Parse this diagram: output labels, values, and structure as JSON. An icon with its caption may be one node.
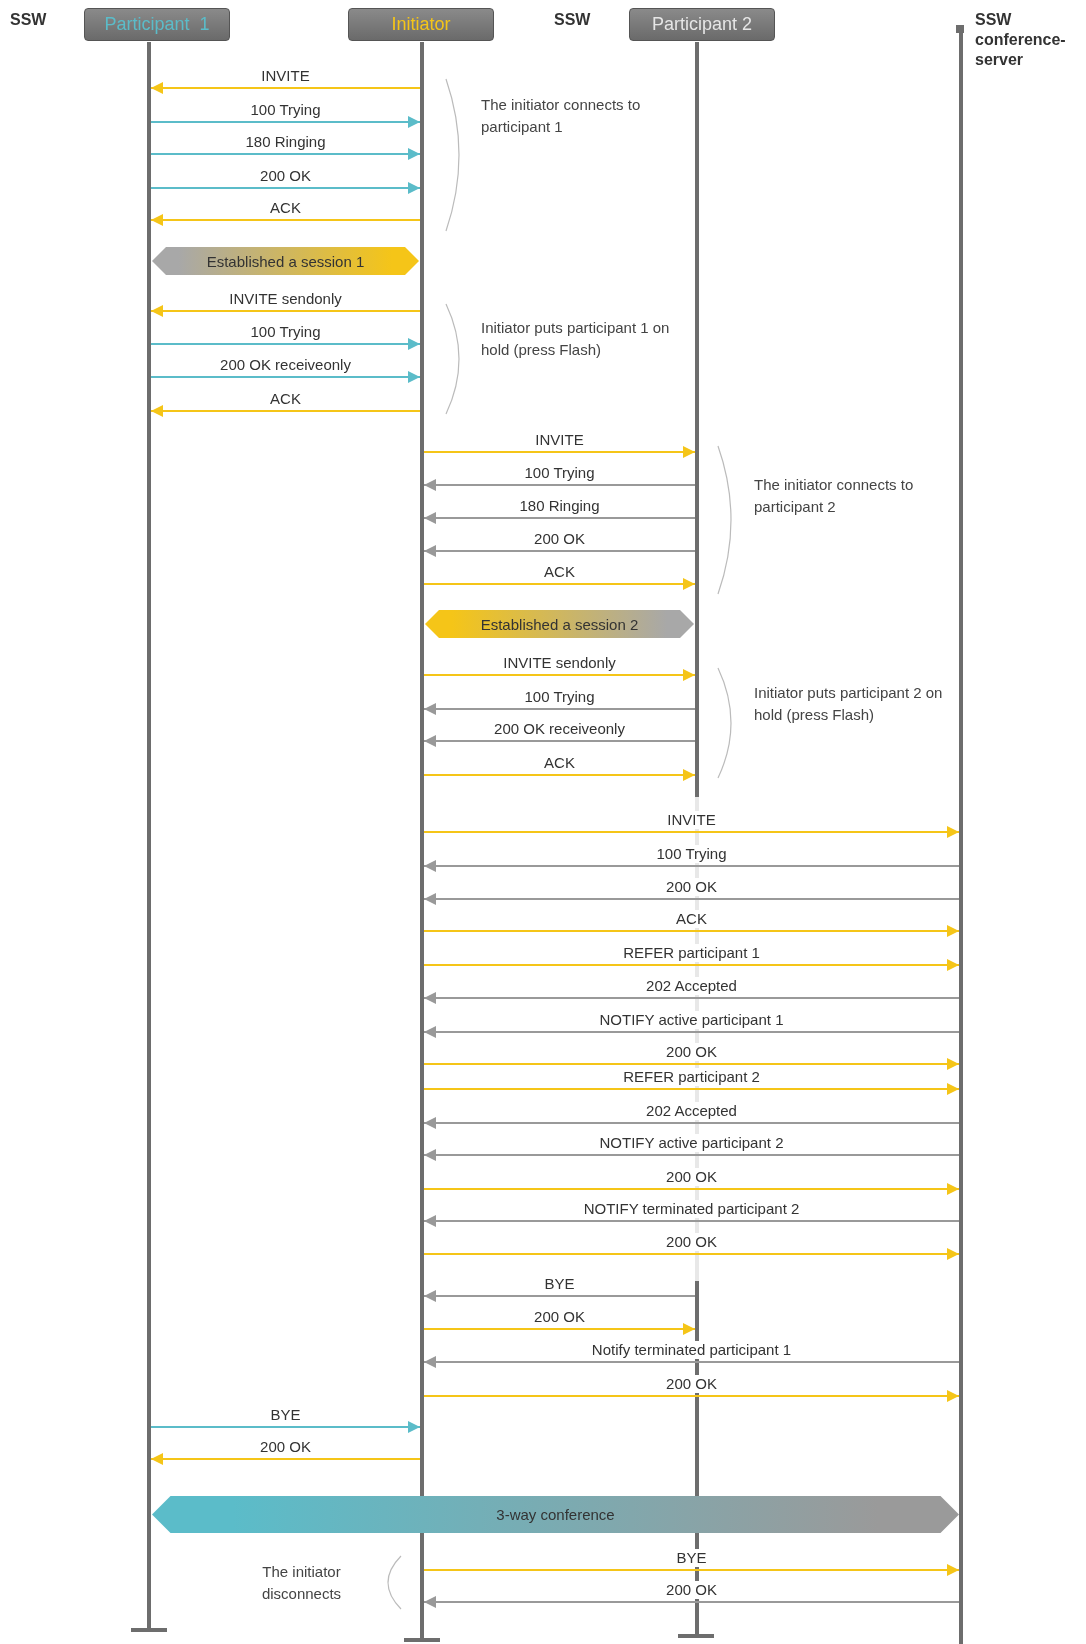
{
  "diagram": {
    "nodes": [
      {
        "text": [
          "Participant  1"
        ]
      },
      {
        "text": [
          "Initiator"
        ]
      },
      {
        "text": [
          "Participant 2"
        ]
      },
      {
        "text": [],
        "shape": "bar"
      },
      {
        "text": [],
        "shape": "bar"
      },
      {
        "text": [],
        "shape": "bar"
      },
      {
        "text": [],
        "shape": "bar"
      },
      {
        "text": [
          "Established a session 1"
        ]
      },
      {
        "text": [
          "Established a session 2"
        ]
      },
      {
        "text": [
          "3-way conference"
        ]
      }
    ],
    "edges": [
      {
        "from": 4,
        "to": 3,
        "arrow": "to",
        "label": "INVITE"
      },
      {
        "from": 3,
        "to": 4,
        "arrow": "to",
        "label": "100 Trying",
        "color": "#5bbcc9"
      },
      {
        "from": 3,
        "to": 4,
        "arrow": "to",
        "label": "180 Ringing",
        "color": "#5bbcc9"
      },
      {
        "from": 3,
        "to": 4,
        "arrow": "to",
        "label": "200 OK",
        "color": "#5bbcc9"
      },
      {
        "from": 4,
        "to": 3,
        "arrow": "to",
        "label": "ACK"
      },
      {
        "from": 4,
        "to": 3,
        "arrow": "to",
        "label": "INVITE sendonly"
      },
      {
        "from": 3,
        "to": 4,
        "arrow": "to",
        "label": "100 Trying",
        "color": "#5bbcc9"
      },
      {
        "from": 3,
        "to": 4,
        "arrow": "to",
        "label": "200 OK receiveonly",
        "color": "#5bbcc9"
      },
      {
        "from": 4,
        "to": 3,
        "arrow": "to",
        "label": "ACK"
      },
      {
        "from": 4,
        "to": 5,
        "arrow": "to",
        "label": "INVITE"
      },
      {
        "from": 5,
        "to": 4,
        "arrow": "to",
        "label": "100 Trying",
        "color": "#999999"
      },
      {
        "from": 5,
        "to": 4,
        "arrow": "to",
        "label": "180 Ringing",
        "color": "#999999"
      },
      {
        "from": 5,
        "to": 4,
        "arrow": "to",
        "label": "200 OK",
        "color": "#999999"
      },
      {
        "from": 4,
        "to": 5,
        "arrow": "to",
        "label": "ACK"
      },
      {
        "from": 4,
        "to": 5,
        "arrow": "to",
        "label": "INVITE sendonly"
      },
      {
        "from": 5,
        "to": 4,
        "arrow": "to",
        "label": "100 Trying",
        "color": "#999999"
      },
      {
        "from": 5,
        "to": 4,
        "arrow": "to",
        "label": "200 OK receiveonly",
        "color": "#999999"
      },
      {
        "from": 4,
        "to": 5,
        "arrow": "to",
        "label": "ACK"
      },
      {
        "from": 4,
        "to": 6,
        "arrow": "to",
        "label": "INVITE"
      },
      {
        "from": 6,
        "to": 4,
        "arrow": "to",
        "label": "100 Trying",
        "color": "#999999"
      },
      {
        "from": 6,
        "to": 4,
        "arrow": "to",
        "label": "200 OK",
        "color": "#999999"
      },
      {
        "from": 4,
        "to": 6,
        "arrow": "to",
        "label": "ACK"
      },
      {
        "from": 4,
        "to": 6,
        "arrow": "to",
        "label": "REFER participant 1"
      },
      {
        "from": 6,
        "to": 4,
        "arrow": "to",
        "label": "202 Accepted",
        "color": "#999999"
      },
      {
        "from": 6,
        "to": 4,
        "arrow": "to",
        "label": "NOTIFY active participant 1",
        "color": "#999999"
      },
      {
        "from": 4,
        "to": 6,
        "arrow": "to",
        "label": "200 OK"
      },
      {
        "from": 4,
        "to": 6,
        "arrow": "to",
        "label": "REFER participant 2"
      },
      {
        "from": 6,
        "to": 4,
        "arrow": "to",
        "label": "202 Accepted",
        "color": "#999999"
      },
      {
        "from": 6,
        "to": 4,
        "arrow": "to",
        "label": "NOTIFY active participant 2",
        "color": "#999999"
      },
      {
        "from": 4,
        "to": 6,
        "arrow": "to",
        "label": "200 OK"
      },
      {
        "from": 6,
        "to": 4,
        "arrow": "to",
        "label": "NOTIFY terminated participant 2",
        "color": "#999999"
      },
      {
        "from": 4,
        "to": 6,
        "arrow": "to",
        "label": "200 OK"
      },
      {
        "from": 5,
        "to": 4,
        "arrow": "to",
        "label": "BYE",
        "color": "#999999"
      },
      {
        "from": 4,
        "to": 5,
        "arrow": "to",
        "label": "200 OK"
      },
      {
        "from": 6,
        "to": 4,
        "arrow": "to",
        "label": "Notify terminated participant 1",
        "color": "#999999"
      },
      {
        "from": 4,
        "to": 6,
        "arrow": "to",
        "label": "200 OK"
      },
      {
        "from": 3,
        "to": 4,
        "arrow": "to",
        "label": "BYE",
        "color": "#5bbcc9"
      },
      {
        "from": 4,
        "to": 3,
        "arrow": "to",
        "label": "200 OK"
      },
      {
        "from": 4,
        "to": 6,
        "arrow": "to",
        "label": "BYE"
      },
      {
        "from": 6,
        "to": 4,
        "arrow": "to",
        "label": "200 OK",
        "color": "#999999"
      }
    ],
    "labels": [
      "SSW",
      "SSW",
      "SSW conference-server",
      "The initiator connects to participant 1",
      "Initiator puts participant 1 on hold (press Flash)",
      "The initiator connects to participant 2",
      "Initiator puts participant 2 on hold (press Flash)",
      "The initiator disconnects"
    ]
  }
}
